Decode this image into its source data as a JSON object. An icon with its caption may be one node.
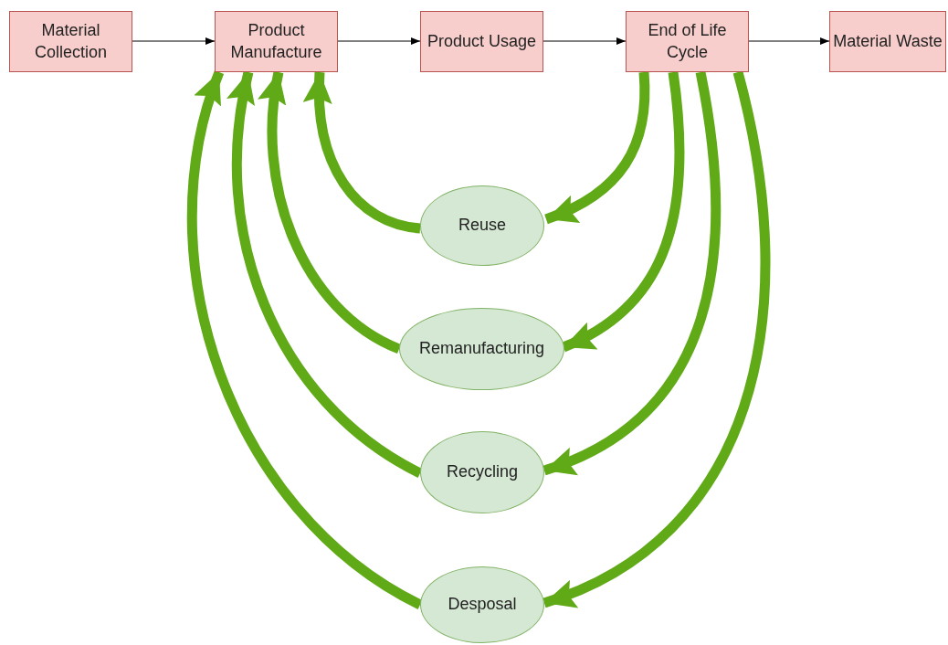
{
  "diagram": {
    "nodes": [
      {
        "text": [
          "Material Collection"
        ]
      },
      {
        "text": [
          "Product Manufacture"
        ]
      },
      {
        "text": [
          "Product Usage"
        ]
      },
      {
        "text": [
          "End of Life Cycle"
        ]
      },
      {
        "text": [
          "Material Waste"
        ]
      },
      {
        "text": [
          "Reuse"
        ]
      },
      {
        "text": [
          "Remanufacturing"
        ]
      },
      {
        "text": [
          "Recycling"
        ]
      },
      {
        "text": [
          "Desposal"
        ]
      }
    ],
    "edges": [
      {
        "from": 0,
        "to": 1,
        "arrow": "to",
        "color": "#000000"
      },
      {
        "from": 1,
        "to": 2,
        "arrow": "to",
        "color": "#000000"
      },
      {
        "from": 2,
        "to": 3,
        "arrow": "to",
        "color": "#000000"
      },
      {
        "from": 3,
        "to": 4,
        "arrow": "to",
        "color": "#000000"
      },
      {
        "from": 3,
        "to": 5,
        "arrow": "to"
      },
      {
        "from": 3,
        "to": 6,
        "arrow": "to"
      },
      {
        "from": 3,
        "to": 7,
        "arrow": "to"
      },
      {
        "from": 3,
        "to": 8,
        "arrow": "to"
      },
      {
        "from": 5,
        "to": 1,
        "arrow": "to"
      },
      {
        "from": 6,
        "to": 1,
        "arrow": "to"
      },
      {
        "from": 7,
        "to": 1,
        "arrow": "to"
      },
      {
        "from": 8,
        "to": 1,
        "arrow": "to"
      }
    ]
  }
}
